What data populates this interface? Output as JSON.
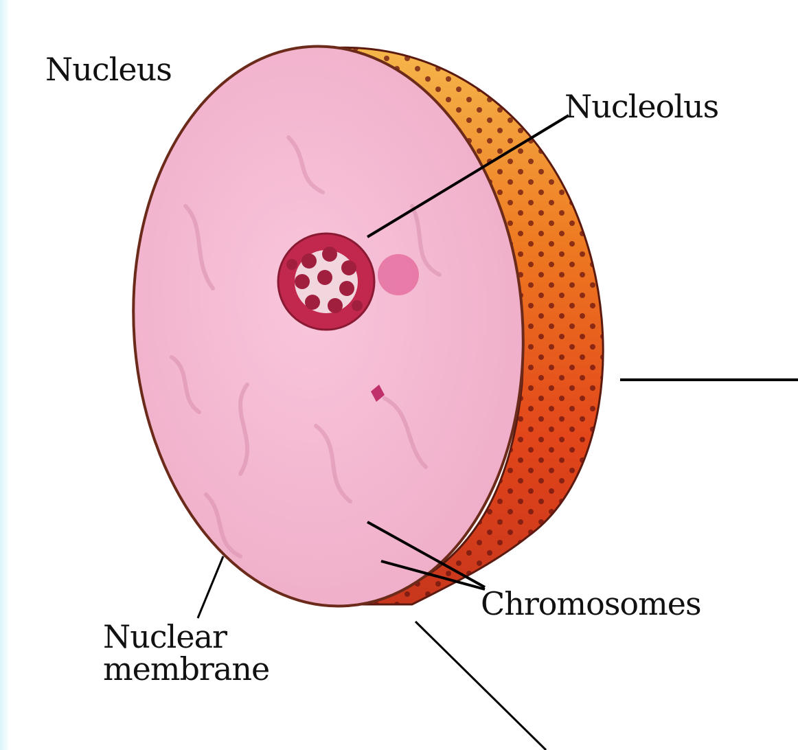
{
  "labels": {
    "nucleus": "Nucleus",
    "nucleolus": "Nucleolus",
    "chromosomes": "Chromosomes",
    "nuclear_membrane_line1": "Nuclear",
    "nuclear_membrane_line2": "membrane"
  },
  "colors": {
    "face": "#f4b6d0",
    "rim_outer": "#d83a18",
    "rim_inner": "#f0a040",
    "nucleolus": "#c2284e",
    "leader_line": "#000000"
  }
}
